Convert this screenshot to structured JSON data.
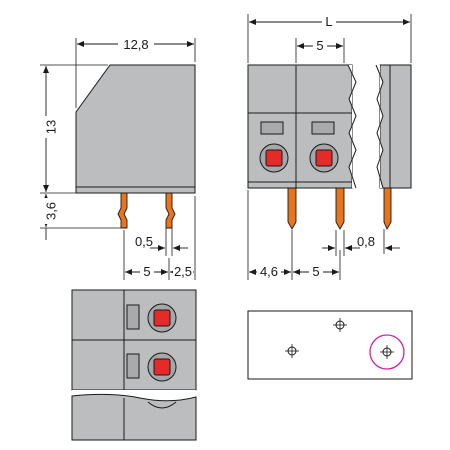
{
  "diagram": {
    "dimensions": {
      "width_front": "12,8",
      "height_body": "13",
      "height_pin": "3,6",
      "pin_thickness": "0,5",
      "pitch_side": "5",
      "offset_side": "2,5",
      "length_total": "L",
      "pitch_top": "5",
      "pin_width": "0,8",
      "offset_front": "4,6",
      "pitch_front": "5"
    },
    "colors": {
      "body": "#bcbdbf",
      "pin": "#e8741c",
      "button": "#e62a2a",
      "marker": "#d21fa5"
    }
  }
}
